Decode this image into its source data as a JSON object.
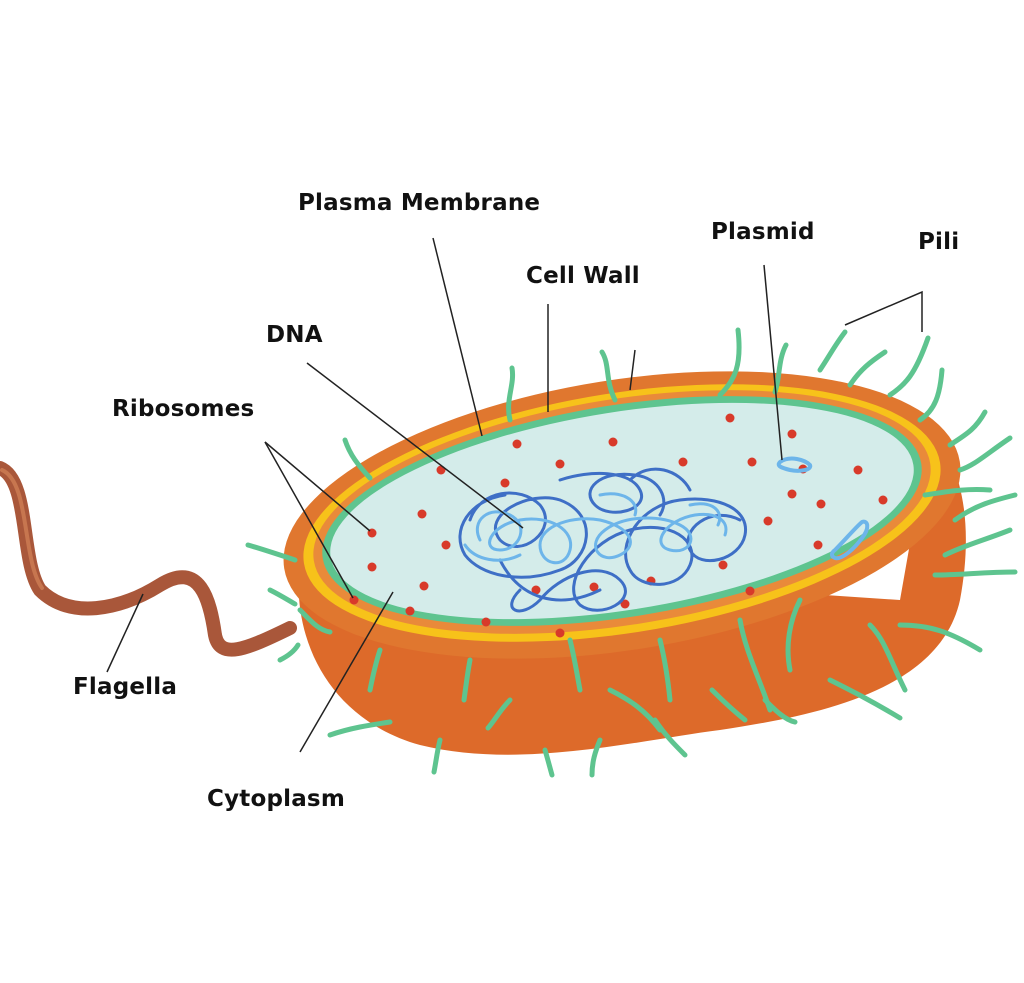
{
  "labels": {
    "plasma_membrane": "Plasma Membrane",
    "cell_wall": "Cell Wall",
    "plasmid": "Plasmid",
    "pili": "Pili",
    "dna": "DNA",
    "ribosomes": "Ribosomes",
    "flagella": "Flagella",
    "cytoplasm": "Cytoplasm"
  },
  "colors": {
    "outer_body": "#dd6a2a",
    "outer_wall": "#e0772f",
    "capsule_band": "#f7c21a",
    "membrane": "#5ec48f",
    "cytoplasm": "#d4ecea",
    "dna_dark": "#3e6fc6",
    "dna_light": "#6db5ea",
    "ribosome": "#d83a2a",
    "flagellum": "#a9573a",
    "pili": "#5ec48f",
    "leader_line": "#222222"
  }
}
